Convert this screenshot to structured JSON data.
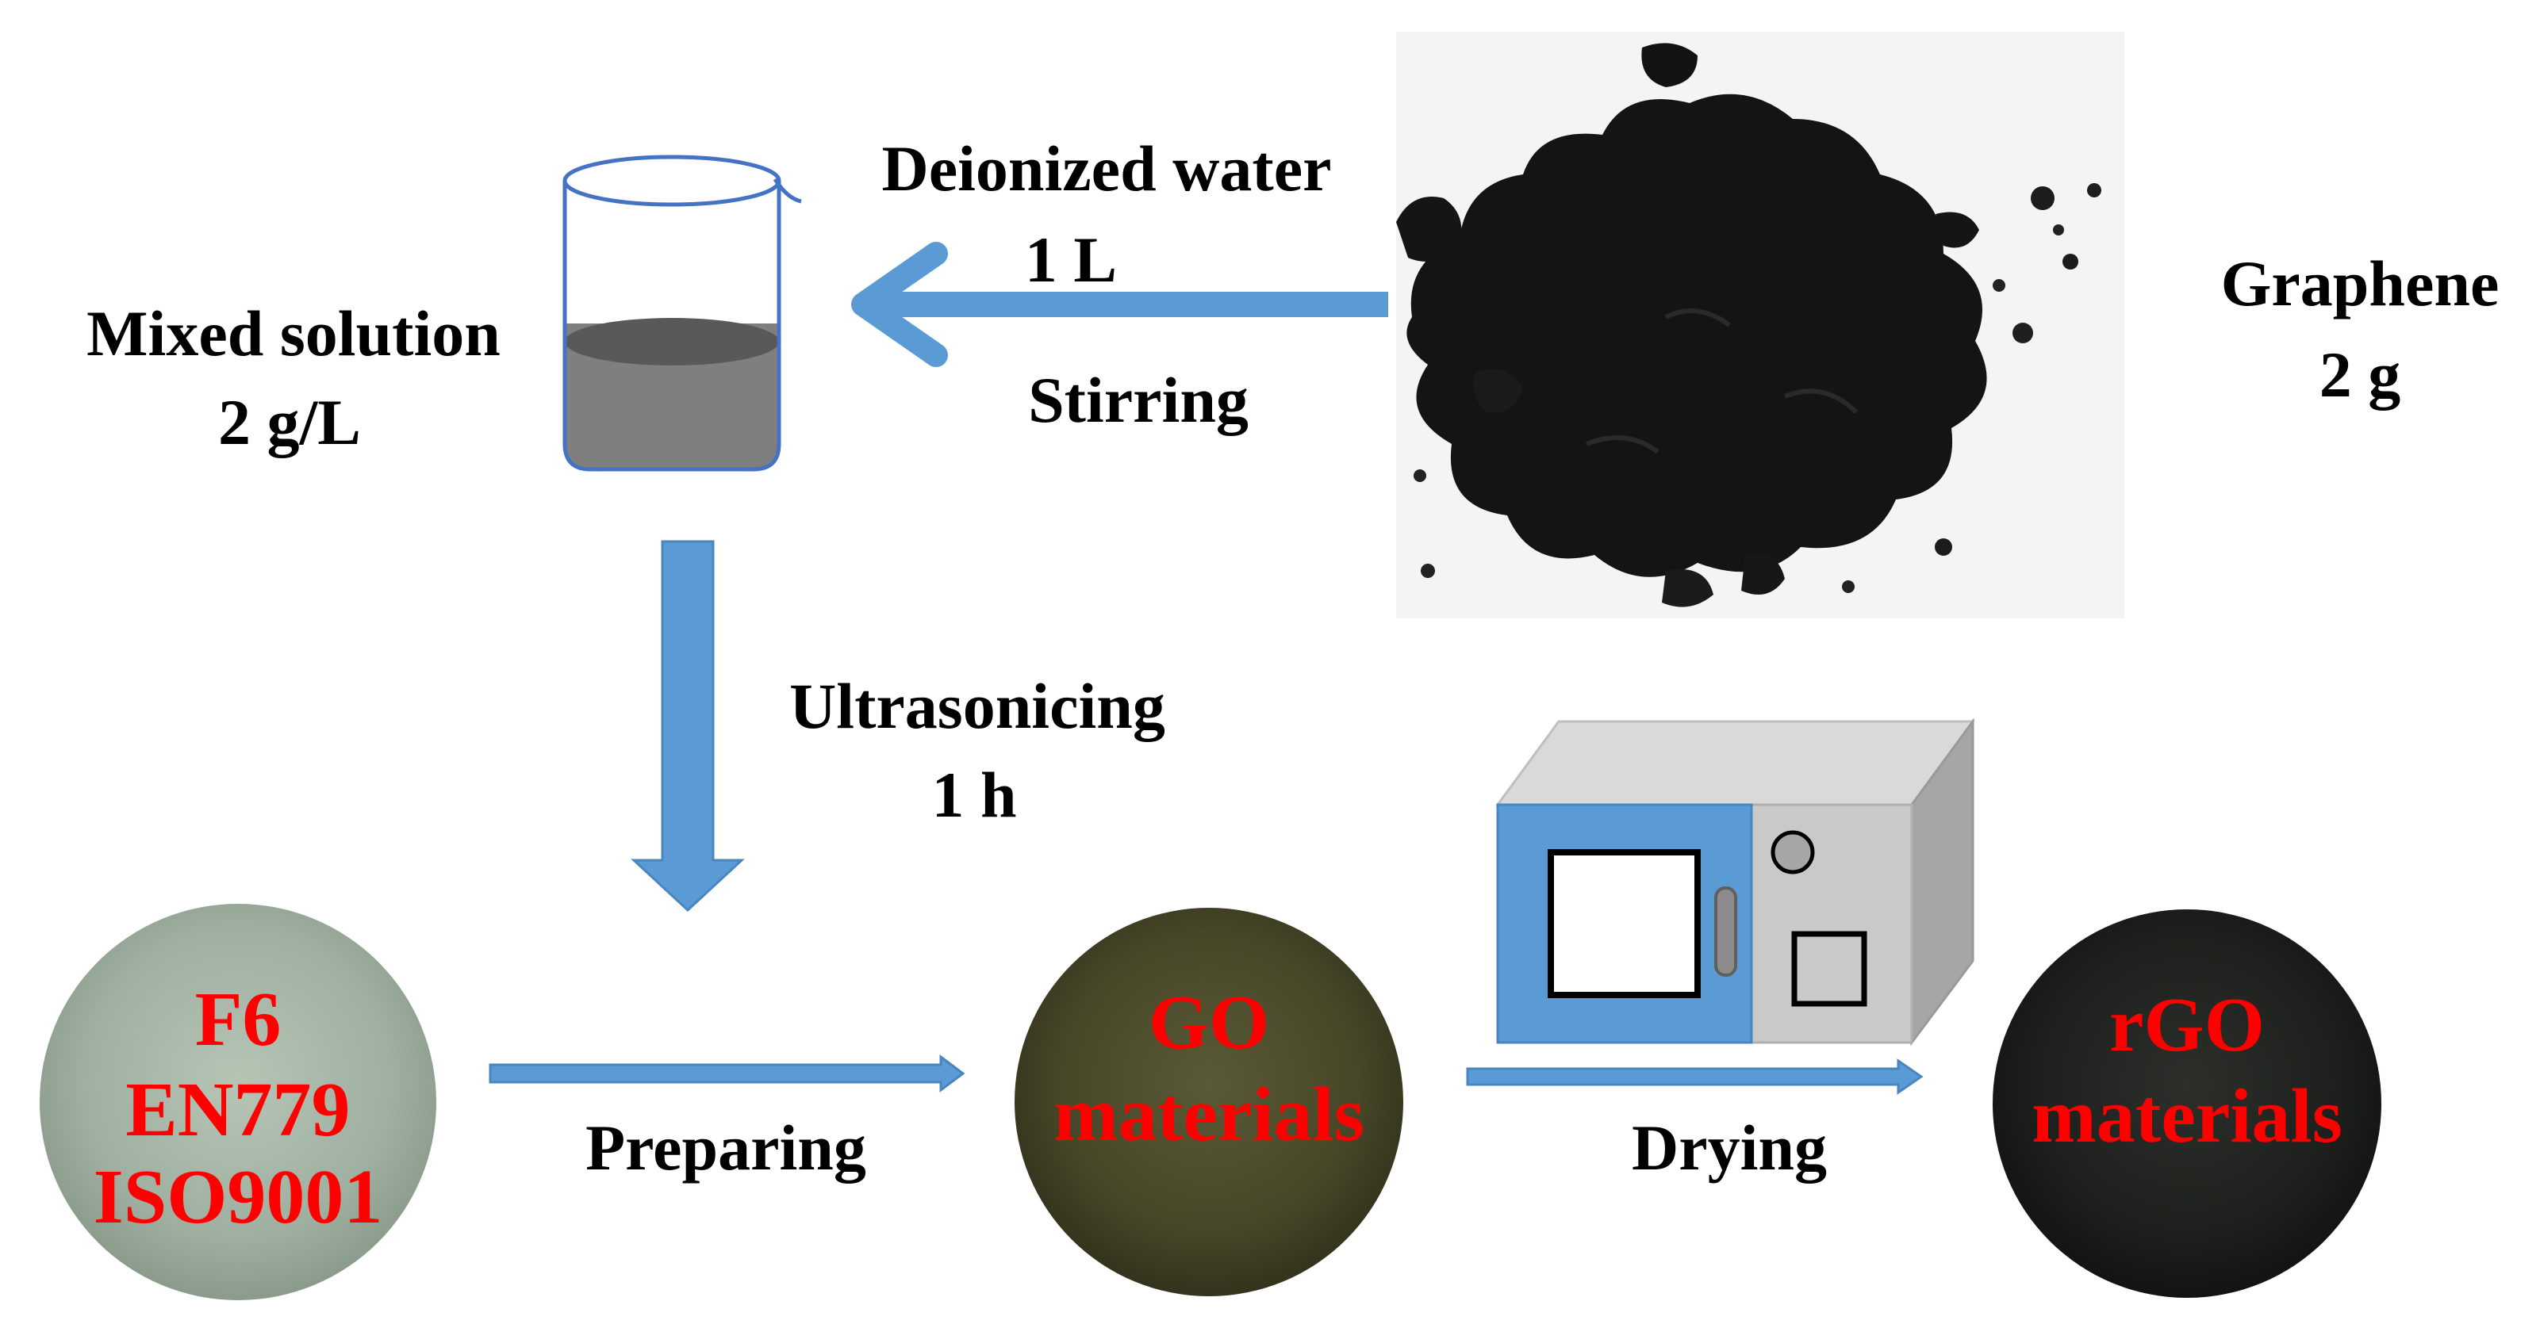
{
  "colors": {
    "arrow": "#5b9bd5",
    "red_label": "#ff0000",
    "oven_front": "#5b9bd5",
    "oven_side": "#c9c9c9",
    "oven_top": "#d9d9d9"
  },
  "labels": {
    "deionized_water": "Deionized water",
    "water_volume": "1 L",
    "stirring": "Stirring",
    "graphene": "Graphene",
    "graphene_mass": "2 g",
    "mixed_solution": "Mixed solution",
    "concentration": "2 g/L",
    "ultrasonicing": "Ultrasonicing",
    "ultrasonic_time": "1 h",
    "preparing": "Preparing",
    "drying": "Drying"
  },
  "samples": {
    "fabric": [
      "F6",
      "EN779",
      "ISO9001"
    ],
    "go": [
      "GO",
      "materials"
    ],
    "rgo": [
      "rGO",
      "materials"
    ]
  },
  "icons": {
    "beaker": "beaker-icon",
    "oven": "drying-oven-icon",
    "graphene_powder": "graphene-powder-photo"
  }
}
